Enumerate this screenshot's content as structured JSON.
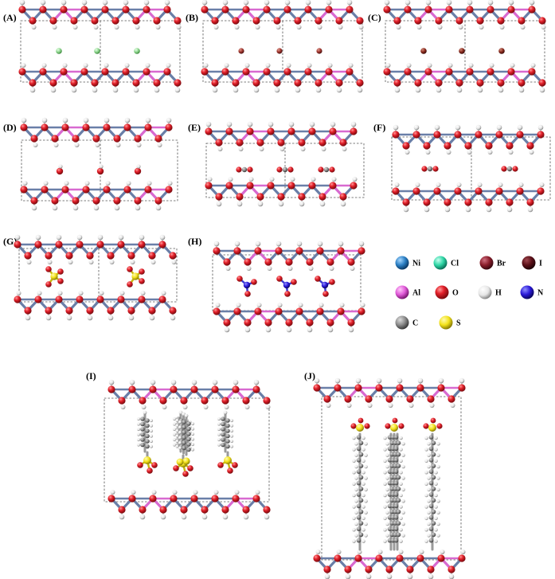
{
  "panels": [
    {
      "label": "(A)",
      "interlayer": "Cl"
    },
    {
      "label": "(B)",
      "interlayer": "Br"
    },
    {
      "label": "(C)",
      "interlayer": "I"
    },
    {
      "label": "(D)",
      "interlayer": "OH"
    },
    {
      "label": "(E)",
      "interlayer": "CO2"
    },
    {
      "label": "(F)",
      "interlayer": "CO2"
    },
    {
      "label": "(G)",
      "interlayer": "SO4"
    },
    {
      "label": "(H)",
      "interlayer": "NO3"
    },
    {
      "label": "(I)",
      "interlayer": "benzenesulfonate"
    },
    {
      "label": "(J)",
      "interlayer": "dodecylsulfonate"
    }
  ],
  "legend": [
    {
      "symbol": "Ni",
      "color": "#2b7fc4"
    },
    {
      "symbol": "Cl",
      "color": "#2fd6a5"
    },
    {
      "symbol": "Br",
      "color": "#8a1d2b"
    },
    {
      "symbol": "I",
      "color": "#5a0f17"
    },
    {
      "symbol": "Al",
      "color": "#e05ad8"
    },
    {
      "symbol": "O",
      "color": "#e0202a"
    },
    {
      "symbol": "H",
      "color": "#f2f2f2"
    },
    {
      "symbol": "N",
      "color": "#2a18d8"
    },
    {
      "symbol": "C",
      "color": "#8c8c8c"
    },
    {
      "symbol": "S",
      "color": "#f3e21a"
    }
  ],
  "colors": {
    "oxygen": "#e3202a",
    "hydrogen": "#f4f4f4",
    "metal_bond": "#6a7fa8",
    "aluminum_bond": "#d86ad0",
    "chlorine": "#8fd68f",
    "bromide": "#a0362e",
    "iodide": "#8a2a1e",
    "carbon": "#8c8c8c",
    "sulfur": "#f3e21a",
    "nitrogen": "#2a18d8",
    "cell_line": "#555555"
  }
}
